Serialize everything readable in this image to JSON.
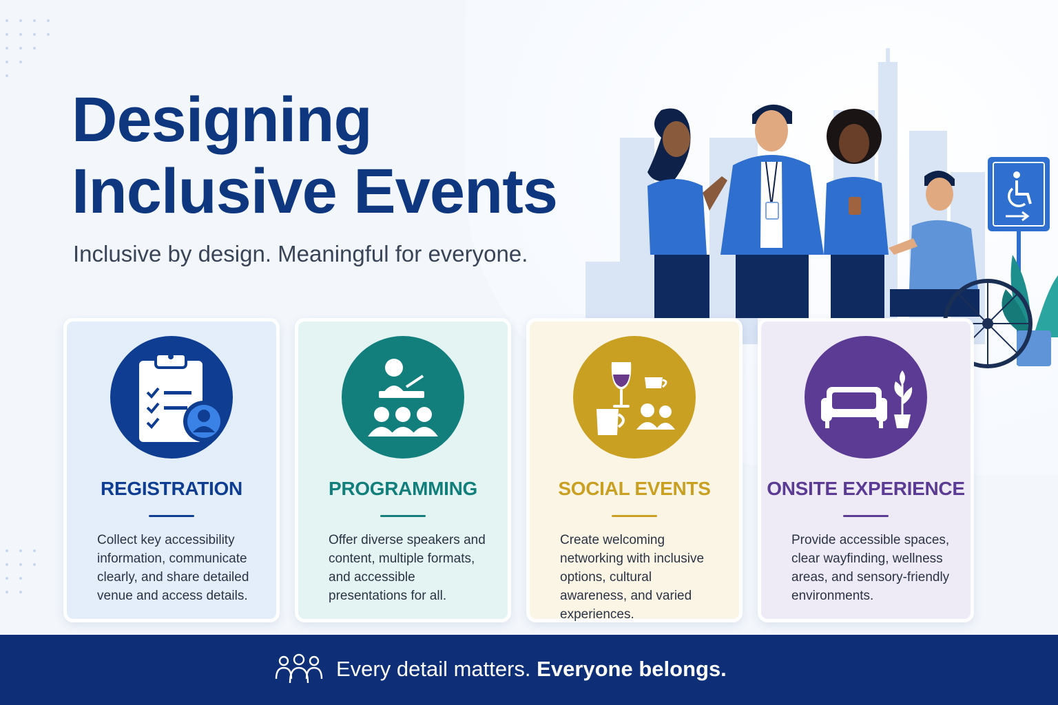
{
  "header": {
    "title_line1": "Designing",
    "title_line2": "Inclusive Events",
    "subtitle": "Inclusive by design. Meaningful for everyone."
  },
  "cards": [
    {
      "title": "REGISTRATION",
      "text": "Collect key accessibility information, communicate clearly, and share detailed venue and access details.",
      "icon": "clipboard-checklist-user-icon",
      "color": "#0e3d91",
      "bg": "#e4eefb"
    },
    {
      "title": "PROGRAMMING",
      "text": "Offer diverse speakers and content, multiple formats, and accessible presentations for all.",
      "icon": "presenter-audience-icon",
      "color": "#127f7c",
      "bg": "#e4f4f2"
    },
    {
      "title": "SOCIAL EVENTS",
      "text": "Create welcoming networking with inclusive options, cultural awareness, and varied experiences.",
      "icon": "drinks-and-people-icon",
      "color": "#c9a021",
      "bg": "#fbf5e6"
    },
    {
      "title": "ONSITE EXPERIENCE",
      "text": "Provide accessible spaces, clear wayfinding, wellness areas, and sensory-friendly environments.",
      "icon": "sofa-and-plant-icon",
      "color": "#5b3b94",
      "bg": "#eeebf7"
    }
  ],
  "footer": {
    "icon": "group-of-people-icon",
    "text_regular": "Every detail matters.",
    "text_bold": "Everyone belongs."
  },
  "colors": {
    "navy": "#0e3780",
    "footer_bg": "#0e2f78",
    "accessibility_sign": "#2f6fd0"
  }
}
